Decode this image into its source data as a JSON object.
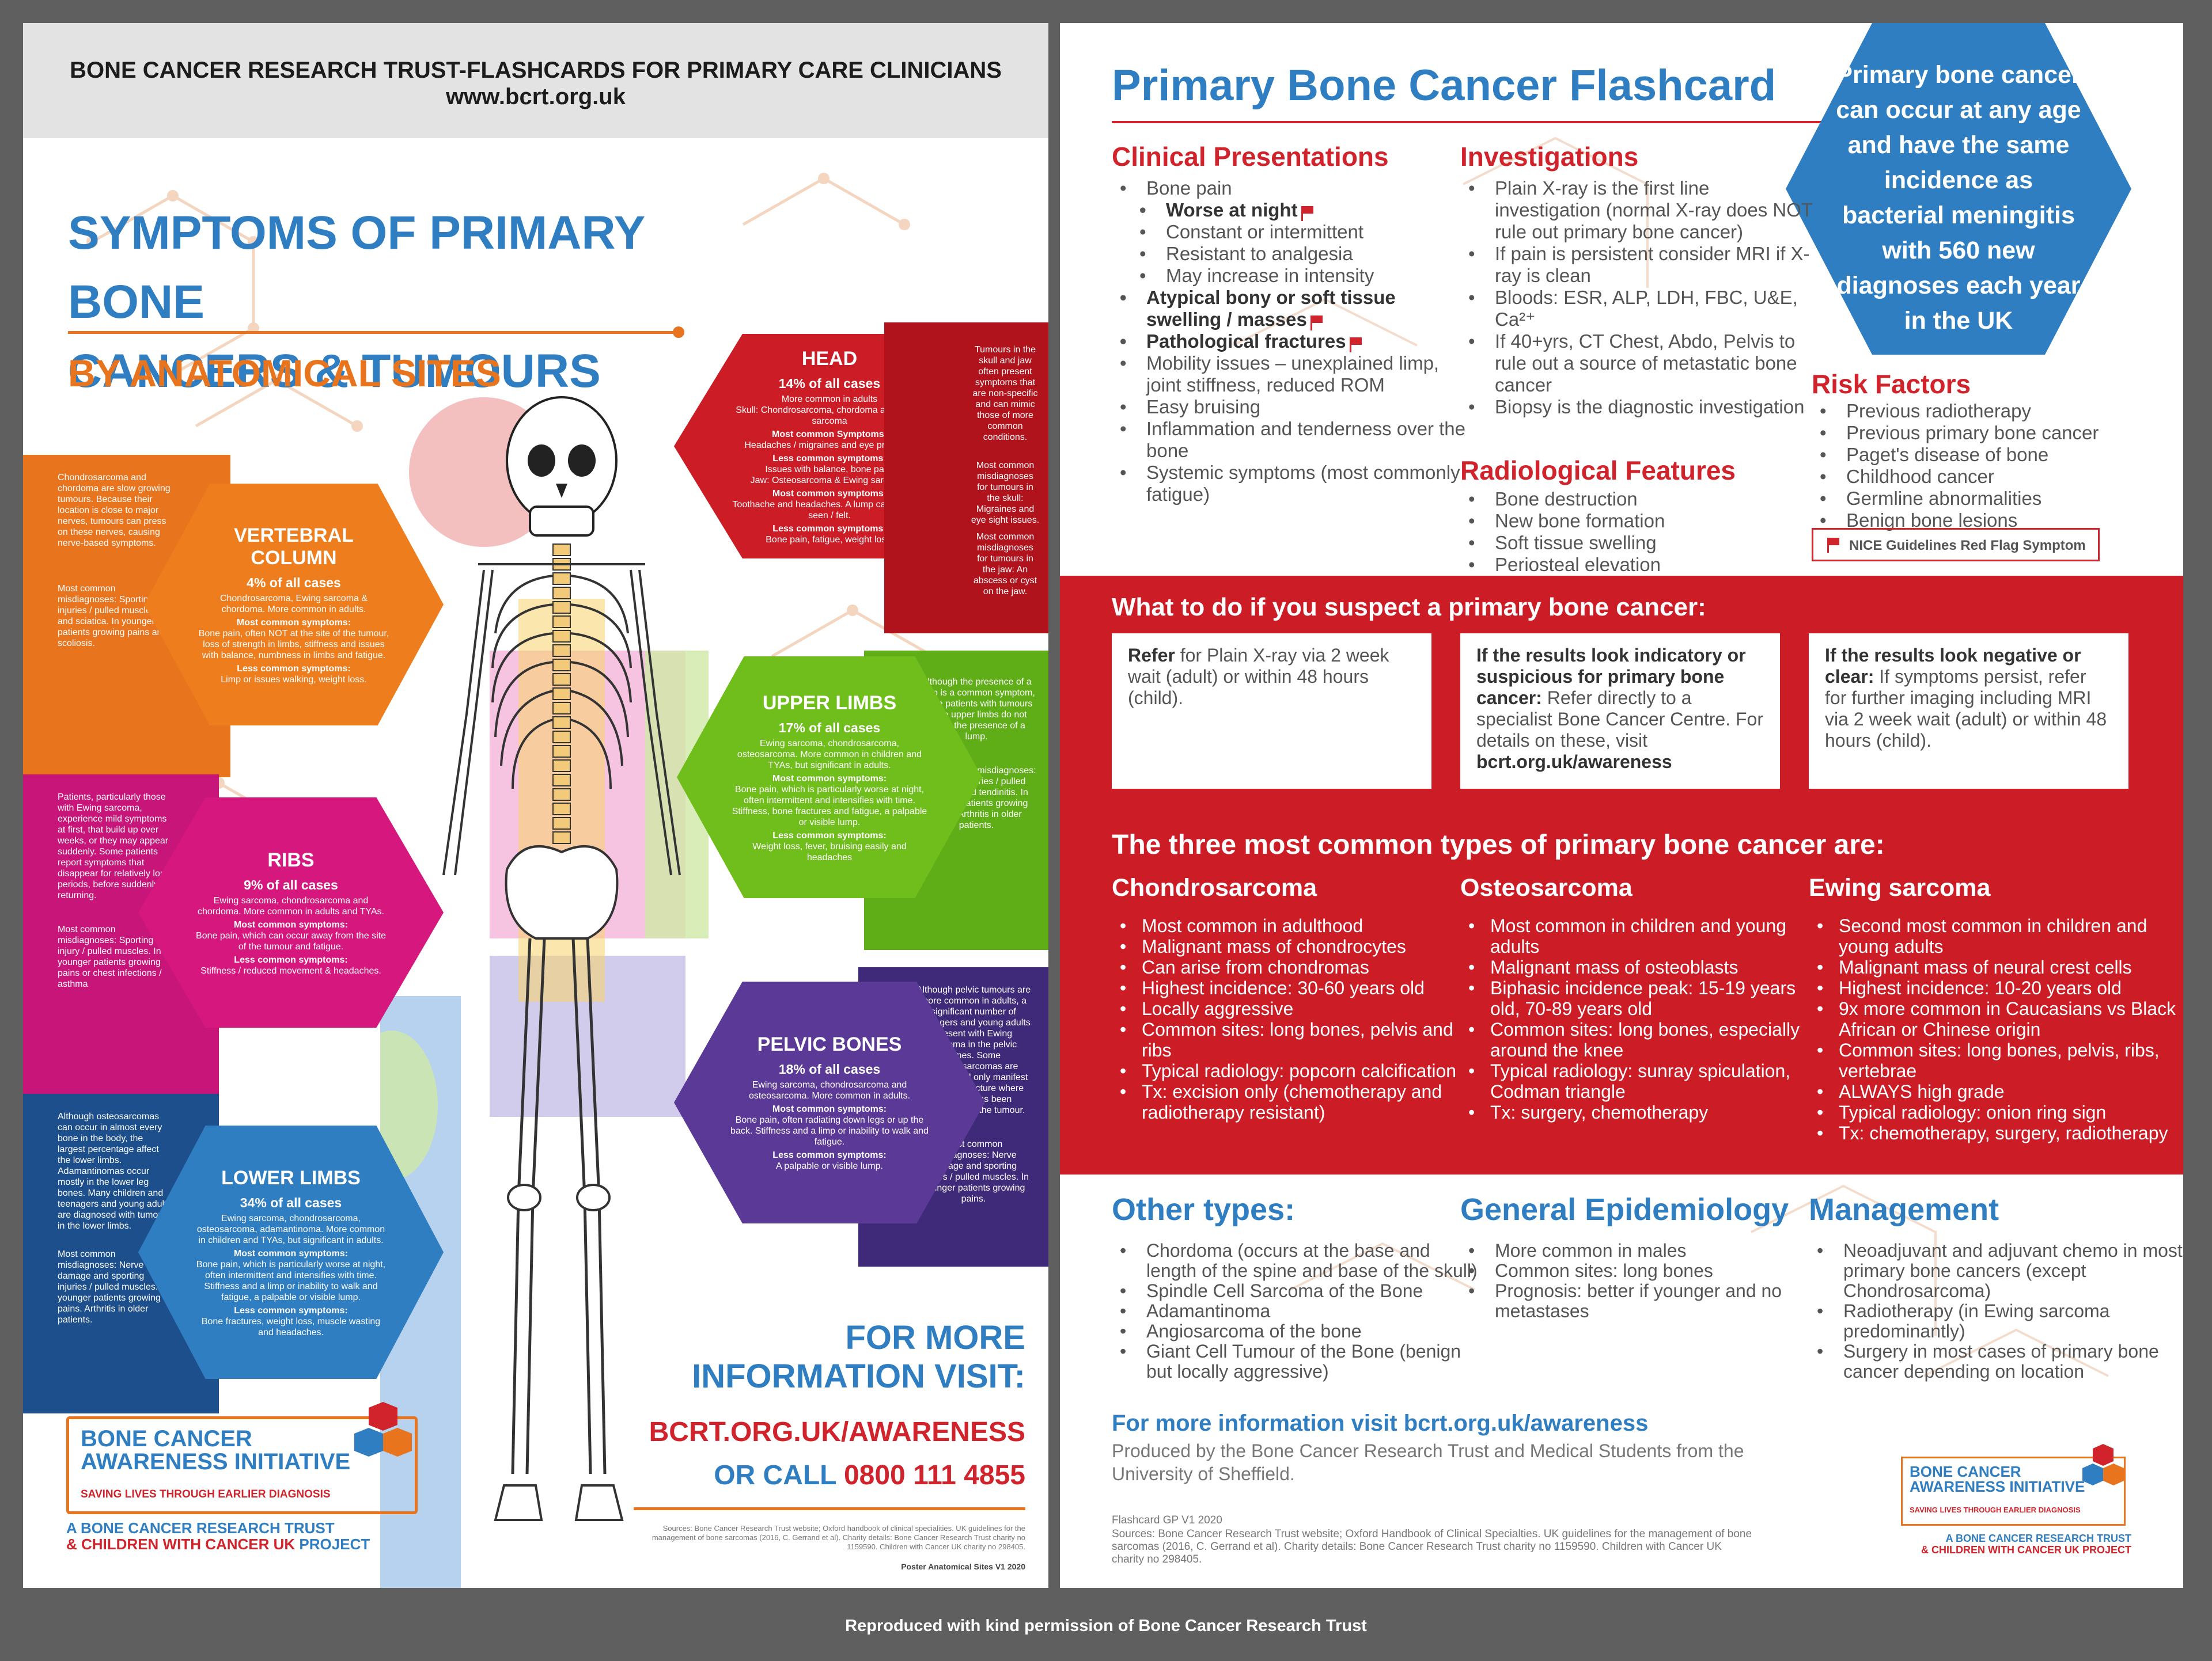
{
  "left": {
    "header_line1": "BONE CANCER RESEARCH TRUST-FLASHCARDS FOR PRIMARY CARE CLINICIANS",
    "header_line2": "www.bcrt.org.uk",
    "title_line1": "SYMPTOMS OF PRIMARY BONE",
    "title_line2": "CANCERS & TUMOURS",
    "subtitle": "BY ANATOMICAL SITES",
    "head": {
      "title": "HEAD",
      "pct": "14% of all cases",
      "line1": "More common in adults",
      "skull": "Skull: Chondrosarcoma, chordoma and Ewing sarcoma",
      "skull_sym_h": "Most common Symptoms:",
      "skull_sym": "Headaches / migraines and eye problems",
      "skull_less_h": "Less common symptoms:",
      "skull_less": "Issues with balance, bone pain.",
      "jaw": "Jaw: Osteosarcoma & Ewing sarcoma.",
      "jaw_sym_h": "Most common symptoms:",
      "jaw_sym": "Toothache and headaches. A lump can often be seen / felt.",
      "jaw_less_h": "Less common symptoms:",
      "jaw_less": "Bone pain, fatigue, weight loss.",
      "side1": "Tumours in the skull and jaw often present symptoms that are non-specific and can mimic those of more common conditions.",
      "side2": "Most common misdiagnoses for tumours in the skull: Migraines and eye sight issues.",
      "side3": "Most common misdiagnoses for tumours in the jaw: An abscess or cyst on the jaw."
    },
    "vertebral": {
      "title": "VERTEBRAL COLUMN",
      "pct": "4% of all cases",
      "line1": "Chondrosarcoma, Ewing sarcoma & chordoma. More common in adults.",
      "sym_h": "Most common symptoms:",
      "sym": "Bone pain, often NOT at the site of the tumour, loss of strength in limbs, stiffness and issues with balance, numbness in limbs and fatigue.",
      "less_h": "Less common symptoms:",
      "less": "Limp or issues walking, weight loss.",
      "side1": "Chondrosarcoma and chordoma are slow growing tumours. Because their location is close to major nerves, tumours can press on these nerves, causing nerve-based symptoms.",
      "side2": "Most common misdiagnoses: Sporting injuries / pulled muscles and sciatica. In younger patients growing pains and scoliosis."
    },
    "upper": {
      "title": "UPPER LIMBS",
      "pct": "17% of all cases",
      "line1": "Ewing sarcoma, chondrosarcoma, osteosarcoma. More common in children and TYAs, but significant in adults.",
      "sym_h": "Most common symptoms:",
      "sym": "Bone pain, which is particularly worse at night, often intermittent and intensifies with time. Stiffness, bone fractures and fatigue, a palpable or visible lump.",
      "less_h": "Less common symptoms:",
      "less": "Weight loss, fever, bruising easily and headaches",
      "side1": "Although the presence of a lump is a common symptom, some patients with tumours in the upper limbs do not report the presence of a lump.",
      "side2": "Most common misdiagnoses: Sporting injuries / pulled muscles and tendinitis. In younger patients growing pains. Arthritis in older patients."
    },
    "ribs": {
      "title": "RIBS",
      "pct": "9% of all cases",
      "line1": "Ewing sarcoma, chondrosarcoma and chordoma. More common in adults and TYAs.",
      "sym_h": "Most common symptoms:",
      "sym": "Bone pain, which can occur away from the site of the tumour and fatigue.",
      "less_h": "Less common symptoms:",
      "less": "Stiffness / reduced movement & headaches.",
      "side1": "Patients, particularly those with Ewing sarcoma, experience mild symptoms at first, that build up over weeks, or they may appear suddenly. Some patients report symptoms that disappear for relatively long periods, before suddenly returning.",
      "side2": "Most common misdiagnoses: Sporting injury / pulled muscles. In younger patients growing pains or chest infections / asthma"
    },
    "pelvic": {
      "title": "PELVIC BONES",
      "pct": "18% of all cases",
      "line1": "Ewing sarcoma, chondrosarcoma and osteosarcoma. More common in adults.",
      "sym_h": "Most common symptoms:",
      "sym": "Bone pain, often radiating down legs or up the back. Stiffness and a limp or inability to walk and fatigue.",
      "less_h": "Less common symptoms:",
      "less": "A palpable or visible lump.",
      "side1": "Although pelvic tumours are more common in adults, a significant number of teenagers and young adults present with Ewing sarcoma in the pelvic bones. Some chondrosarcomas are painless and only manifest through a fracture where the bone has been weakened by the tumour.",
      "side2": "Most common misdiagnoses: Nerve damage and sporting injuries / pulled muscles. In younger patients growing pains."
    },
    "lower": {
      "title": "LOWER LIMBS",
      "pct": "34% of all cases",
      "line1": "Ewing sarcoma, chondrosarcoma, osteosarcoma, adamantinoma. More common in children and TYAs, but significant in adults.",
      "sym_h": "Most common symptoms:",
      "sym": "Bone pain, which is particularly worse at night, often intermittent and intensifies with time. Stiffness and a limp or inability to walk and fatigue, a palpable or visible lump.",
      "less_h": "Less common symptoms:",
      "less": "Bone fractures, weight loss, muscle wasting and headaches.",
      "side1": "Although osteosarcomas can occur in almost every bone in the body, the largest percentage affect the lower limbs. Adamantinomas occur mostly in the lower leg bones. Many children and teenagers and young adults are diagnosed with tumours in the lower limbs.",
      "side2": "Most common misdiagnoses: Nerve damage and sporting injuries / pulled muscles. In younger patients growing pains. Arthritis in older patients."
    },
    "more_info_1": "FOR MORE",
    "more_info_2": "INFORMATION VISIT:",
    "more_url": "BCRT.ORG.UK/AWARENESS",
    "more_call_prefix": "OR CALL ",
    "more_phone": "0800 111 4855",
    "logo_line1": "BONE CANCER",
    "logo_line2": "AWARENESS INITIATIVE",
    "logo_tag": "SAVING LIVES THROUGH EARLIER DIAGNOSIS",
    "project_1": "A BONE CANCER RESEARCH TRUST",
    "project_2a": "& CHILDREN WITH CANCER UK",
    "project_2b": " PROJECT",
    "sources": "Sources: Bone Cancer Research Trust website; Oxford handbook of clinical specialities. UK guidelines for the management of bone sarcomas (2016, C. Gerrand et al). Charity details: Bone Cancer Research Trust charity no 1159590. Children with Cancer UK charity no 298405.",
    "poster_ver": "Poster Anatomical Sites V1 2020"
  },
  "right": {
    "title": "Primary Bone Cancer Flashcard",
    "hex_text": "Primary bone cancer can occur at any age and have the same incidence as bacterial meningitis with 560 new diagnoses each year in the UK",
    "clinical": {
      "heading": "Clinical Presentations",
      "items": [
        "Bone pain",
        "Worse at night",
        "Constant or intermittent",
        "Resistant to analgesia",
        "May increase in intensity",
        "Atypical bony or soft tissue swelling / masses",
        "Pathological fractures",
        "Mobility issues – unexplained limp, joint stiffness, reduced ROM",
        "Easy bruising",
        "Inflammation and tenderness over the bone",
        "Systemic symptoms (most commonly fatigue)"
      ]
    },
    "investigations": {
      "heading": "Investigations",
      "items": [
        "Plain X-ray is the first line investigation (normal X-ray does NOT rule out primary bone cancer)",
        "If pain is persistent consider MRI if X-ray is clean",
        "Bloods: ESR, ALP, LDH, FBC, U&E, Ca²⁺",
        "If 40+yrs, CT Chest, Abdo, Pelvis to rule out a source of metastatic bone cancer",
        "Biopsy is the diagnostic investigation"
      ]
    },
    "radiological": {
      "heading": "Radiological Features",
      "items": [
        "Bone destruction",
        "New bone formation",
        "Soft tissue swelling",
        "Periosteal elevation"
      ]
    },
    "risk": {
      "heading": "Risk Factors",
      "items": [
        "Previous radiotherapy",
        "Previous primary bone cancer",
        "Paget's disease of bone",
        "Childhood cancer",
        "Germline abnormalities",
        "Benign bone lesions"
      ],
      "legend": "NICE Guidelines Red Flag Symptom"
    },
    "suspect": {
      "heading": "What to do if you suspect a primary bone cancer:",
      "box1_b": "Refer",
      "box1": " for Plain X-ray via 2 week wait (adult) or within 48 hours (child).",
      "box2_b": "If the results look indicatory or suspicious for primary bone cancer:",
      "box2": " Refer directly to a specialist Bone Cancer Centre. For details on these, visit",
      "box2_link": "bcrt.org.uk/awareness",
      "box3_b": "If the results look negative or clear:",
      "box3": " If symptoms persist, refer for further imaging including MRI via 2 week wait (adult) or within 48 hours (child)."
    },
    "types": {
      "heading": "The three most common types of primary bone cancer are:",
      "chondro": {
        "heading": "Chondrosarcoma",
        "items": [
          "Most common in adulthood",
          "Malignant mass of chondrocytes",
          "Can arise from chondromas",
          "Highest incidence: 30-60 years old",
          "Locally aggressive",
          "Common sites: long bones, pelvis and ribs",
          "Typical radiology: popcorn calcification",
          "Tx: excision only (chemotherapy and radiotherapy resistant)"
        ]
      },
      "osteo": {
        "heading": "Osteosarcoma",
        "items": [
          "Most common in children and young adults",
          "Malignant mass of osteoblasts",
          "Biphasic incidence peak: 15-19 years old, 70-89 years old",
          "Common sites: long bones, especially around the knee",
          "Typical radiology: sunray spiculation, Codman triangle",
          "Tx: surgery, chemotherapy"
        ]
      },
      "ewing": {
        "heading": "Ewing sarcoma",
        "items": [
          "Second most common in children and young adults",
          "Malignant mass of neural crest cells",
          "Highest incidence: 10-20 years old",
          "9x more common in Caucasians vs Black African or Chinese origin",
          "Common sites: long bones, pelvis, ribs, vertebrae",
          "ALWAYS high grade",
          "Typical radiology: onion ring sign",
          "Tx: chemotherapy, surgery, radiotherapy"
        ]
      }
    },
    "other": {
      "heading": "Other types:",
      "items": [
        "Chordoma (occurs at the base and length of the spine and base of the skull)",
        "Spindle Cell Sarcoma of the Bone",
        "Adamantinoma",
        "Angiosarcoma of the bone",
        "Giant Cell Tumour of the Bone (benign but locally aggressive)"
      ]
    },
    "epi": {
      "heading": "General Epidemiology",
      "items": [
        "More common in males",
        "Common sites: long bones",
        "Prognosis: better if younger and no metastases"
      ]
    },
    "mgmt": {
      "heading": "Management",
      "items": [
        "Neoadjuvant and adjuvant chemo in most primary bone cancers (except Chondrosarcoma)",
        "Radiotherapy (in Ewing sarcoma predominantly)",
        "Surgery in most cases of primary bone cancer depending on location"
      ]
    },
    "more_info": "For more information visit bcrt.org.uk/awareness",
    "produced": "Produced by the Bone Cancer Research Trust and Medical Students from the University of Sheffield.",
    "version": "Flashcard GP V1 2020",
    "sources": "Sources: Bone Cancer Research Trust website; Oxford Handbook of Clinical Specialties. UK guidelines for the management of bone sarcomas (2016, C. Gerrand et al). Charity details: Bone Cancer Research Trust charity no 1159590. Children with Cancer UK charity no 298405.",
    "logo_line1": "BONE CANCER",
    "logo_line2": "AWARENESS INITIATIVE",
    "logo_tag": "SAVING LIVES THROUGH EARLIER DIAGNOSIS",
    "project_1": "A BONE CANCER RESEARCH TRUST",
    "project_2": "& CHILDREN WITH CANCER UK PROJECT"
  },
  "footer": "Reproduced with kind permission of Bone Cancer Research Trust",
  "colors": {
    "blue": "#2f7ec1",
    "orange": "#e8741e",
    "red": "#cc1d27",
    "magenta": "#d6177e",
    "green": "#6fbe1c",
    "purple": "#5a3a96",
    "navy": "#1c4f8c",
    "darkred": "#b0131c"
  }
}
